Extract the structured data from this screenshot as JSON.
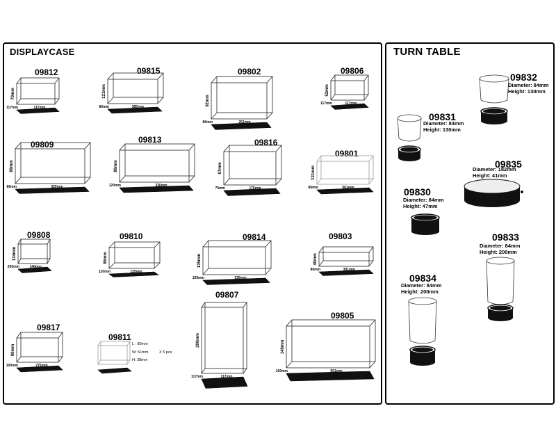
{
  "sections": {
    "displaycase_title": "DISPLAYCASE",
    "turntable_title": "TURN TABLE"
  },
  "cases": [
    {
      "code": "09812",
      "h": "70mm",
      "d": "117mm",
      "w": "117mm"
    },
    {
      "code": "09815",
      "h": "121mm",
      "d": "86mm",
      "w": "385mm"
    },
    {
      "code": "09802",
      "h": "92mm",
      "d": "86mm",
      "w": "251mm"
    },
    {
      "code": "09806",
      "h": "52mm",
      "d": "117mm",
      "w": "117mm"
    },
    {
      "code": "09809",
      "h": "89mm",
      "d": "86mm",
      "w": "320mm"
    },
    {
      "code": "09813",
      "h": "86mm",
      "d": "120mm",
      "w": "330mm"
    },
    {
      "code": "09816",
      "h": "67mm",
      "d": "75mm",
      "w": "176mm"
    },
    {
      "code": "09801",
      "h": "121mm",
      "d": "86mm",
      "w": "561mm"
    },
    {
      "code": "09808",
      "h": "134mm",
      "d": "200mm",
      "w": "140mm"
    },
    {
      "code": "09810",
      "h": "86mm",
      "d": "120mm",
      "w": "125mm"
    },
    {
      "code": "09814",
      "h": "135mm",
      "d": "155mm",
      "w": "335mm"
    },
    {
      "code": "09803",
      "h": "40mm",
      "d": "86mm",
      "w": "301mm"
    },
    {
      "code": "09817",
      "h": "80mm",
      "d": "100mm",
      "w": "275mm"
    },
    {
      "code": "09811",
      "h": "",
      "d": "",
      "w": ""
    },
    {
      "code": "09807",
      "h": "206mm",
      "d": "117mm",
      "w": "117mm"
    },
    {
      "code": "09805",
      "h": "146mm",
      "d": "100mm",
      "w": "561mm"
    }
  ],
  "case_09811_specs": {
    "l": "L : 80mm",
    "w": "W: 51mm",
    "qty": "X 5 pcs",
    "h": "H: 38mm"
  },
  "turntables": [
    {
      "code": "09832",
      "diameter": "Diameter: 84mm",
      "height": "Height: 130mm"
    },
    {
      "code": "09831",
      "diameter": "Diameter: 84mm",
      "height": "Height: 130mm"
    },
    {
      "code": "09835",
      "diameter": "Diameter: 182mm",
      "height": "Height: 41mm"
    },
    {
      "code": "09830",
      "diameter": "Diameter: 84mm",
      "height": "Height: 47mm"
    },
    {
      "code": "09833",
      "diameter": "Diameter: 84mm",
      "height": "Height: 200mm"
    },
    {
      "code": "09834",
      "diameter": "Diameter: 84mm",
      "height": "Height: 200mm"
    }
  ]
}
